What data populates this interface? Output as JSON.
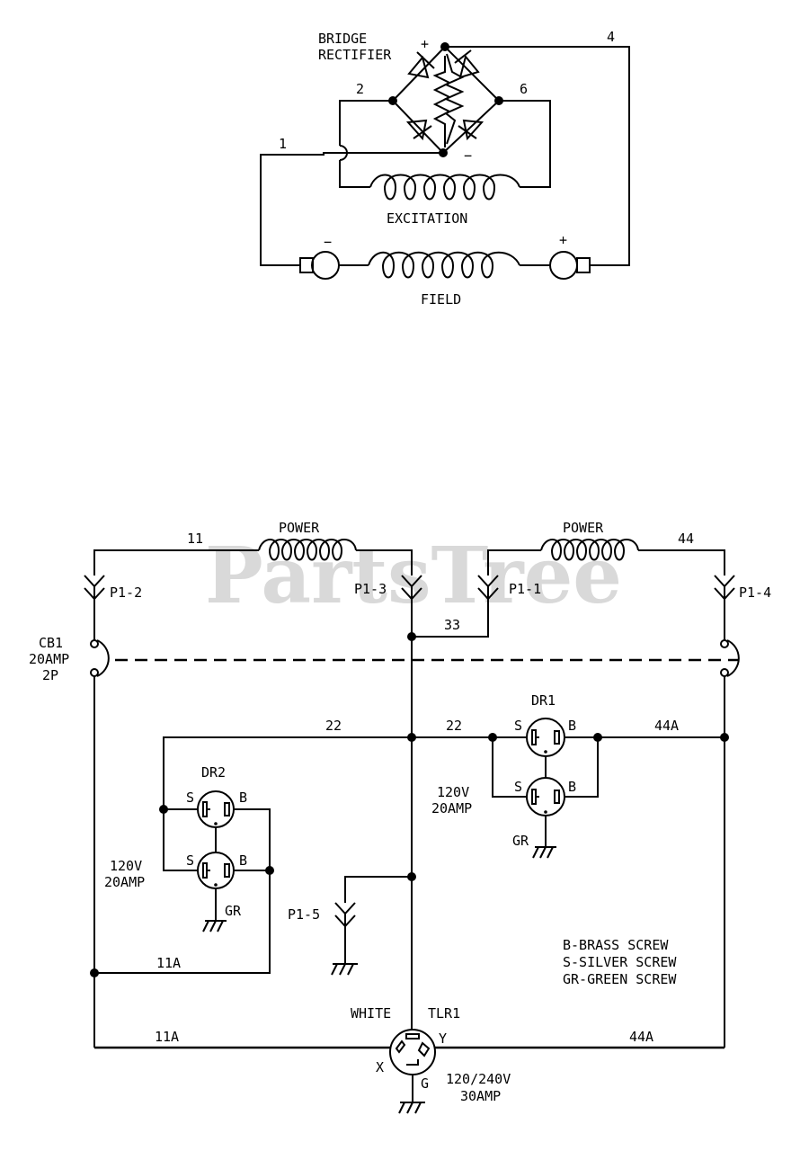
{
  "watermark": "PartsTree",
  "exciter": {
    "bridge_label_1": "BRIDGE",
    "bridge_label_2": "RECTIFIER",
    "plus": "+",
    "minus": "−",
    "wire_4": "4",
    "wire_2": "2",
    "wire_6": "6",
    "wire_1": "1",
    "excitation": "EXCITATION",
    "field": "FIELD",
    "field_minus": "−",
    "field_plus": "+"
  },
  "power": {
    "power_left": "POWER",
    "power_right": "POWER",
    "wire_11": "11",
    "wire_44": "44",
    "wire_33": "33",
    "wire_22_left": "22",
    "wire_22_right": "22",
    "wire_44a_top": "44A",
    "wire_11a_mid": "11A",
    "wire_11a_bottom": "11A",
    "wire_44a_bottom": "44A",
    "p1_2": "P1-2",
    "p1_3": "P1-3",
    "p1_1": "P1-1",
    "p1_4": "P1-4",
    "p1_5": "P1-5",
    "cb1_1": "CB1",
    "cb1_2": "20AMP",
    "cb1_3": "2P",
    "dr1": "DR1",
    "dr2": "DR2",
    "s": "S",
    "b": "B",
    "gr": "GR",
    "rating_120v": "120V",
    "rating_20amp": "20AMP",
    "white": "WHITE",
    "tlr1": "TLR1",
    "x": "X",
    "y": "Y",
    "g": "G",
    "tlr_rating_1": "120/240V",
    "tlr_rating_2": "30AMP",
    "legend_1": "B-BRASS SCREW",
    "legend_2": "S-SILVER SCREW",
    "legend_3": "GR-GREEN SCREW"
  }
}
